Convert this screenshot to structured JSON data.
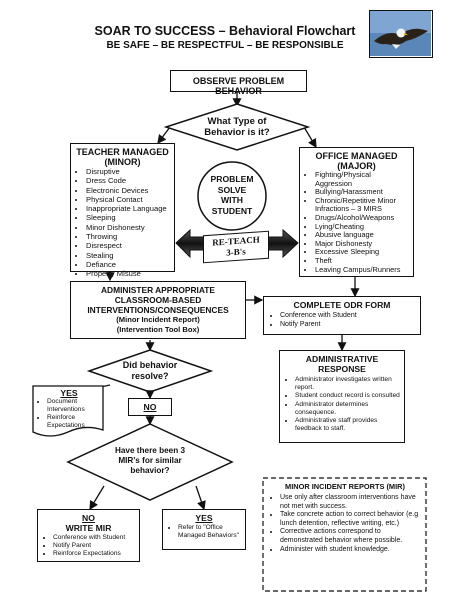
{
  "header": {
    "title": "SOAR TO SUCCESS – Behavioral Flowchart",
    "subtitle": "BE SAFE – BE RESPECTFUL – BE RESPONSIBLE",
    "logo_icon": "eagle-photo"
  },
  "observe": {
    "label": "OBSERVE PROBLEM BEHAVIOR"
  },
  "type_decision": {
    "line1": "What Type of",
    "line2": "Behavior is it?"
  },
  "teacher": {
    "title": "TEACHER MANAGED",
    "subtitle": "(MINOR)",
    "items": [
      "Disruptive",
      "Dress Code",
      "Electronic Devices",
      "Physical Contact",
      "Inappropriate Language",
      "Sleeping",
      "Minor Dishonesty",
      "Throwing",
      "Disrespect",
      "Stealing",
      "Defiance",
      "Property Misuse"
    ]
  },
  "office": {
    "title": "OFFICE MANAGED",
    "subtitle": "(MAJOR)",
    "items": [
      "Fighting/Physical Aggression",
      "Bullying/Harassment",
      "Chronic/Repetitive Minor Infractions – 3 MIRS",
      "Drugs/Alcohol/Weapons",
      "Lying/Cheating",
      "Abusive language",
      "Major Dishonesty",
      "Excessive Sleeping",
      "Theft",
      "Leaving Campus/Runners"
    ]
  },
  "center_circle": {
    "line1": "PROBLEM",
    "line2": "SOLVE",
    "line3": "WITH",
    "line4": "STUDENT"
  },
  "reteach": {
    "line1": "RE-TEACH",
    "line2": "3-B's"
  },
  "administer": {
    "line1": "ADMINISTER APPROPRIATE",
    "line2": "CLASSROOM-BASED",
    "line3": "INTERVENTIONS/CONSEQUENCES",
    "line4": "(Minor Incident Report)",
    "line5": "(Intervention Tool Box)"
  },
  "odr": {
    "title": "COMPLETE ODR FORM",
    "items": [
      "Conference with Student",
      "Notify Parent"
    ]
  },
  "admin_response": {
    "title1": "ADMINISTRATIVE",
    "title2": "RESPONSE",
    "items": [
      "Administrator investigates written report.",
      "Student conduct record is consulted",
      "Administrator determines consequence.",
      "Administrative staff provides feedback to staff."
    ]
  },
  "resolve_decision": {
    "line1": "Did behavior",
    "line2": "resolve?"
  },
  "yes_doc": {
    "title": "YES",
    "items": [
      "Document Interventions",
      "Reinforce Expectations"
    ]
  },
  "no_label": {
    "label": "NO"
  },
  "mir_decision": {
    "line1": "Have there been 3",
    "line2": "MIR's for similar",
    "line3": "behavior?"
  },
  "no_write": {
    "title1": "NO",
    "title2": "WRITE MIR",
    "items": [
      "Conference with Student",
      "Notify Parent",
      "Reinforce Expectations"
    ]
  },
  "yes_refer": {
    "title": "YES",
    "items": [
      "Refer to \"Office Managed Behaviors\""
    ]
  },
  "mir_info": {
    "title": "MINOR INCIDENT REPORTS (MIR)",
    "items": [
      "Use only after classroom interventions have not met with success.",
      "Take concrete action to correct behavior (e.g lunch detention, reflective writing, etc.)",
      "Corrective actions correspond to demonstrated behavior where possible.",
      "Administer with student knowledge."
    ]
  },
  "colors": {
    "line": "#111111",
    "arrow": "#222222"
  }
}
